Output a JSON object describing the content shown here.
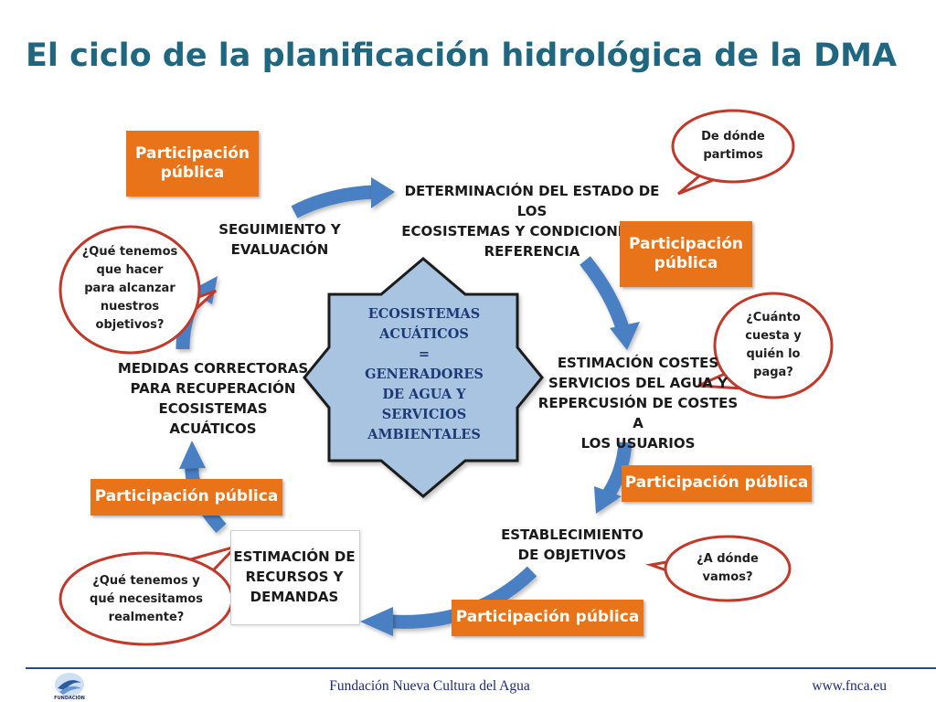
{
  "title": "El ciclo de la planificación hidrológica de la DMA",
  "center": {
    "text": "ECOSISTEMAS\nACUÁTICOS\n=\nGENERADORES\nDE AGUA Y\nSERVICIOS\nAMBIENTALES",
    "fill_color": "#a9c4e1"
  },
  "stages": [
    {
      "text": "DETERMINACIÓN DEL ESTADO DE LOS\nECOSISTEMAS Y CONDICIONES DE\nREFERENCIA"
    },
    {
      "text": "ESTIMACIÓN COSTES\nSERVICIOS DEL AGUA Y\nREPERCUSIÓN DE COSTES A\nLOS USUARIOS"
    },
    {
      "text": "ESTABLECIMIENTO\nDE OBJETIVOS"
    },
    {
      "text": "ESTIMACIÓN DE\nRECURSOS Y\nDEMANDAS"
    },
    {
      "text": "MEDIDAS CORRECTORAS\nPARA RECUPERACIÓN\nECOSISTEMAS ACUÁTICOS"
    },
    {
      "text": "SEGUIMIENTO Y\nEVALUACIÓN"
    }
  ],
  "participation_boxes": [
    {
      "text": "Participación\npública"
    },
    {
      "text": "Participación\npública"
    },
    {
      "text": "Participación pública"
    },
    {
      "text": "Participación pública"
    },
    {
      "text": "Participación pública"
    }
  ],
  "bubbles": [
    {
      "text": "De dónde\npartimos"
    },
    {
      "text": "¿Cuánto\ncuesta y\nquién lo\npaga?"
    },
    {
      "text": "¿A dónde\nvamos?"
    },
    {
      "text": "¿Qué tenemos y\nqué necesitamos\nrealmente?"
    },
    {
      "text": "¿Qué tenemos\nque hacer\npara alcanzar\nnuestros\nobjetivos?"
    }
  ],
  "footer": {
    "organization": "Fundación Nueva Cultura del Agua",
    "url": "www.fnca.eu",
    "logo_text": "FUNDACIÓN"
  },
  "colors": {
    "title": "#1f6680",
    "participation": "#e97319",
    "arrow": "#4a7fc3",
    "bubble_border": "#c0392b",
    "star_fill": "#a9c4e1",
    "footer_text": "#1b2b78"
  }
}
